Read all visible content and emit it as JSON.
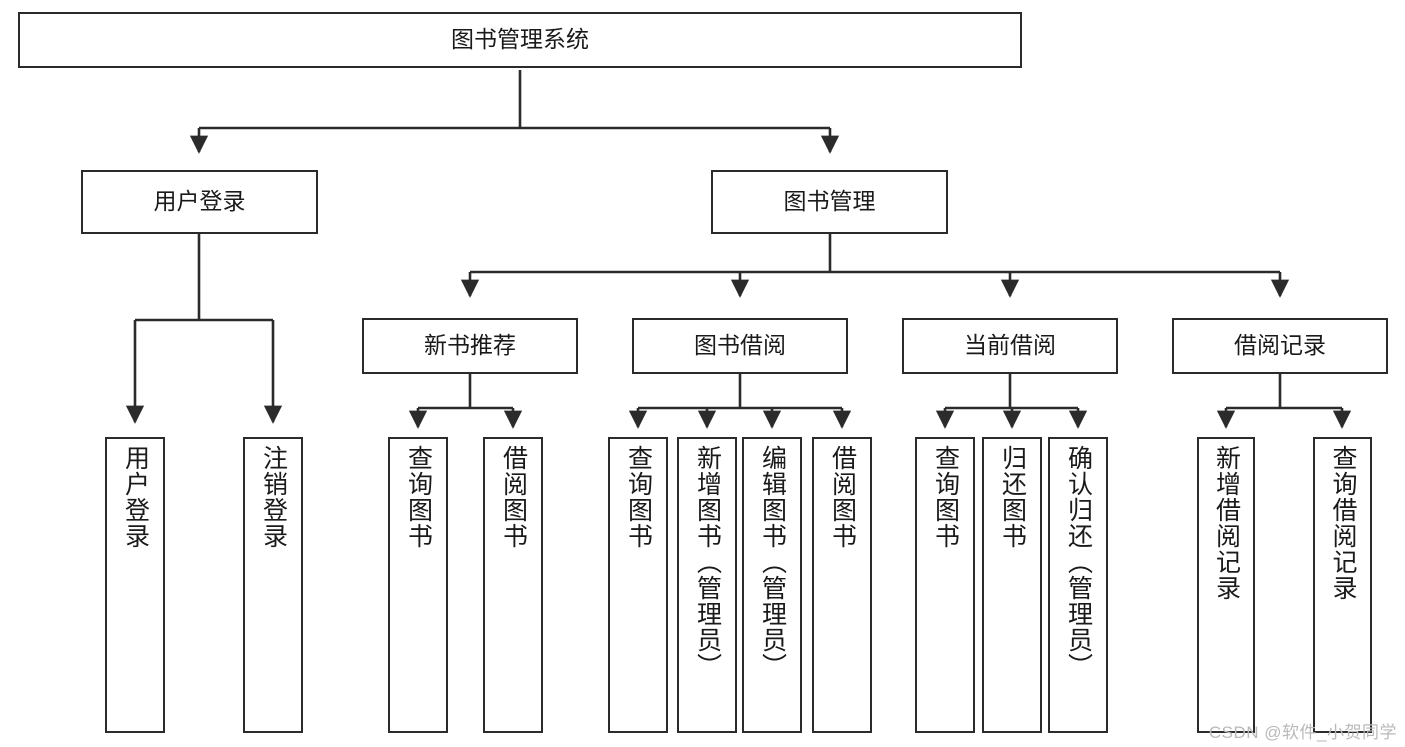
{
  "diagram": {
    "title": "图书管理系统",
    "type": "tree-hierarchy",
    "watermark": "CSDN @软件_小贺同学",
    "colors": {
      "background": "#ffffff",
      "stroke": "#2b2b2b",
      "text": "#1a1a1a",
      "watermark": "#b9b9b9"
    },
    "root": {
      "label": "图书管理系统"
    },
    "level2": [
      {
        "label": "用户登录"
      },
      {
        "label": "图书管理"
      }
    ],
    "level3": [
      {
        "label": "新书推荐"
      },
      {
        "label": "图书借阅"
      },
      {
        "label": "当前借阅"
      },
      {
        "label": "借阅记录"
      }
    ],
    "leaves": {
      "user_login": [
        {
          "label": "用户登录"
        },
        {
          "label": "注销登录"
        }
      ],
      "new_book_recommend": [
        {
          "label": "查询图书"
        },
        {
          "label": "借阅图书"
        }
      ],
      "book_borrow": [
        {
          "label": "查询图书"
        },
        {
          "label": "新增图书（管理员）"
        },
        {
          "label": "编辑图书（管理员）"
        },
        {
          "label": "借阅图书"
        }
      ],
      "current_borrow": [
        {
          "label": "查询图书"
        },
        {
          "label": "归还图书"
        },
        {
          "label": "确认归还（管理员）"
        }
      ],
      "borrow_record": [
        {
          "label": "新增借阅记录"
        },
        {
          "label": "查询借阅记录"
        }
      ]
    }
  }
}
